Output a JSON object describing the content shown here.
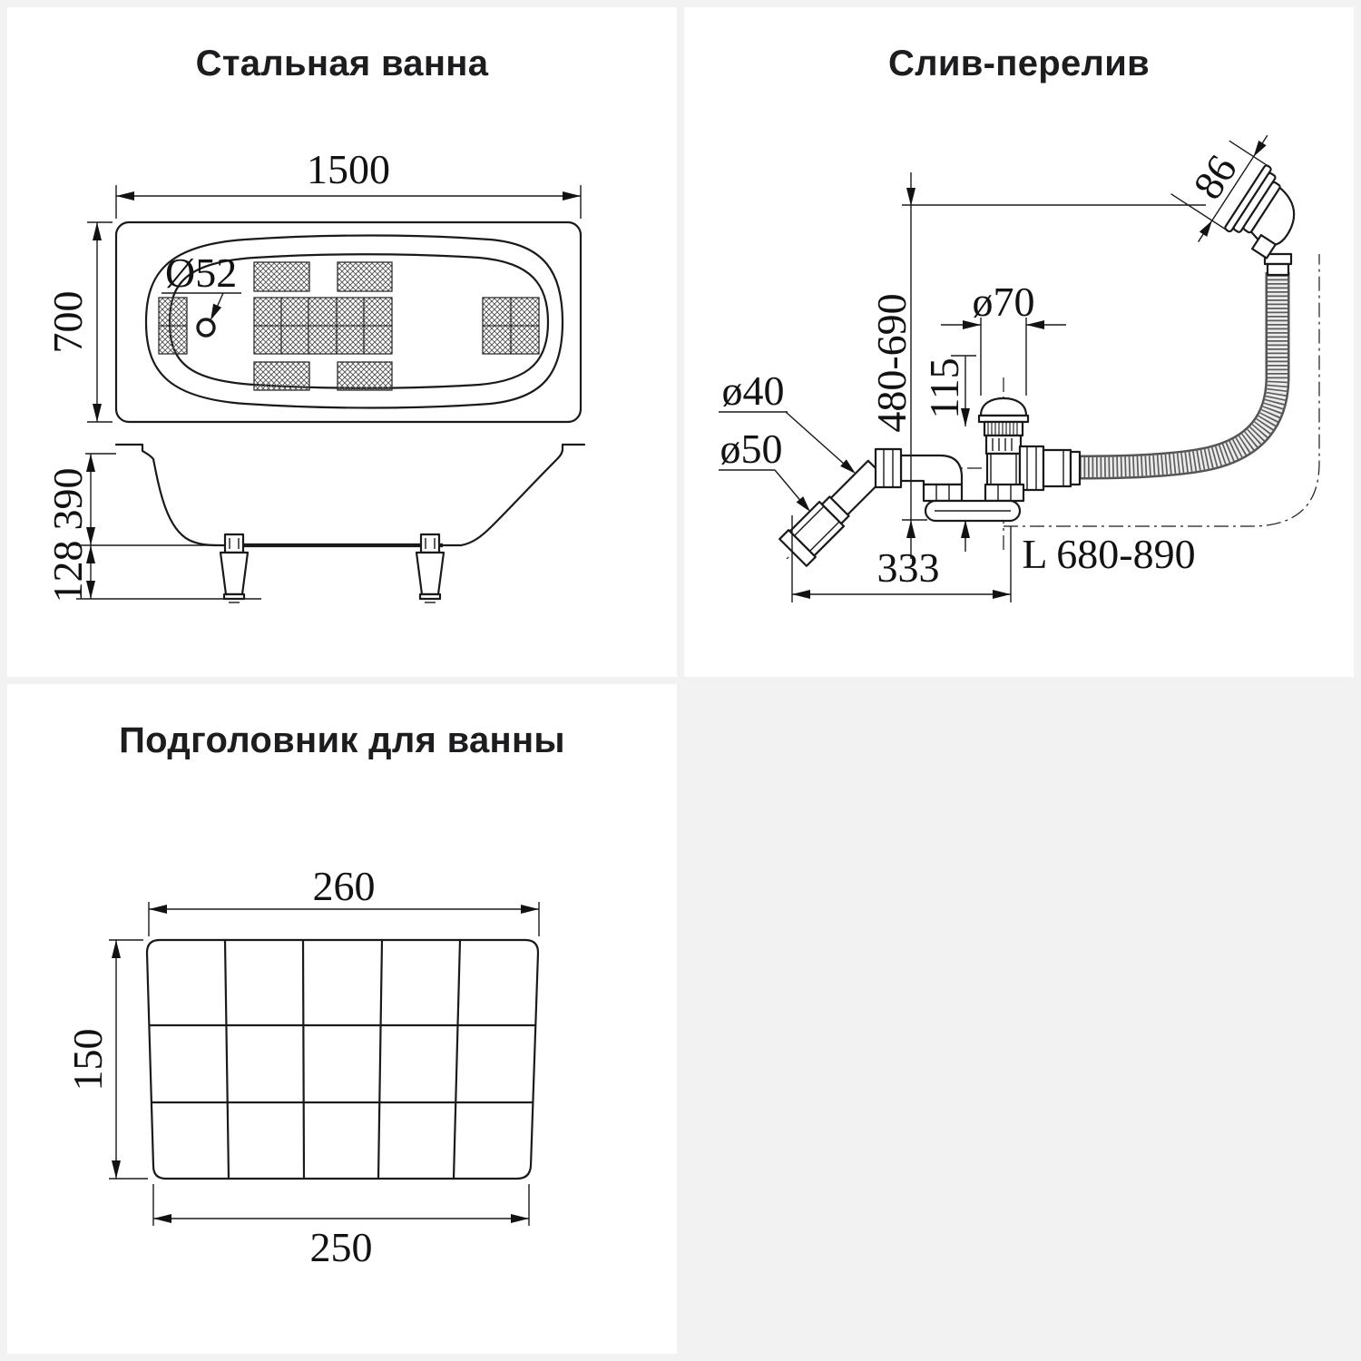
{
  "page": {
    "background": "#f2f2f2",
    "card_background": "#ffffff",
    "line_color": "#1a1a1a"
  },
  "panels": {
    "bathtub": {
      "title": "Стальная ванна",
      "dims": {
        "length": "1500",
        "width": "700",
        "drain_hole": "Ø52",
        "depth": "390",
        "leg_height": "128"
      }
    },
    "drain": {
      "title": "Слив-перелив",
      "dims": {
        "overflow_face": "86",
        "height_range": "480-690",
        "plug_diameter": "ø70",
        "body_height": "115",
        "outlet_small": "ø40",
        "outlet_large": "ø50",
        "horizontal_offset": "333",
        "hose_length": "L 680-890"
      }
    },
    "headrest": {
      "title": "Подголовник для ванны",
      "dims": {
        "top_width": "260",
        "height": "150",
        "bottom_width": "250"
      }
    }
  }
}
